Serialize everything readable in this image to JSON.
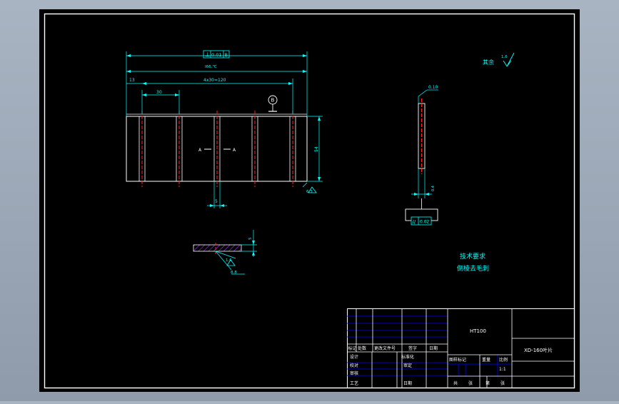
{
  "colors": {
    "background": "#000000",
    "border": "#ffffff",
    "dimension": "#00ffff",
    "drawing": "#ffffff",
    "centerline": "#ff2020",
    "table": "#0000ff",
    "hatch": "#b030ff",
    "app_frame": "#9aa6b6"
  },
  "front_view": {
    "tolerance_symbol": "⊥",
    "tolerance_value": "0.01",
    "tolerance_datum": "B",
    "overall_length": "Ⅰ66.℃",
    "pitch_dim": "4x30=120",
    "offset_dim": "13",
    "spacing_dim": "30",
    "slot_width": "5",
    "height_dim": "54",
    "roughness": "6.3"
  },
  "side_view": {
    "thickness_dim": "0.10",
    "bottom_dim": "0.4",
    "parallel_symbol": "//",
    "parallel_value": "0.02"
  },
  "section_view": {
    "height_dim": "5",
    "roughness": "1.6",
    "angle": "8.8"
  },
  "surface_finish_note": {
    "text": "其余",
    "value": "1.6"
  },
  "technical_requirements": {
    "title": "技术要求",
    "line1": "倒棱去毛刺"
  },
  "title_block": {
    "material": "HT100",
    "drawing_name": "XD-160叶片",
    "rev_labels": [
      "标记",
      "处数",
      "更改文件号",
      "签字",
      "日期"
    ],
    "design": "设计",
    "check": "校对",
    "review": "审核",
    "process": "工艺",
    "std_check": "标准化",
    "approve": "审定",
    "date": "日期",
    "stage": "图样标记",
    "weight": "重量",
    "scale": "比例",
    "scale_value": "1:1",
    "sheet_total": "共",
    "sheet_unit": "张",
    "sheet_no": "第",
    "sheet_no_unit": "张"
  }
}
